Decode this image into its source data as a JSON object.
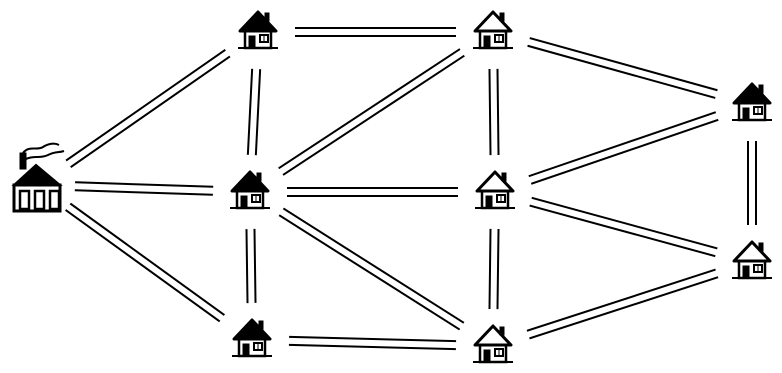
{
  "diagram": {
    "type": "network",
    "description_visible_text": "",
    "nodes": [
      {
        "id": "factory",
        "icon": "factory-icon"
      },
      {
        "id": "house-top-1",
        "icon": "house-icon"
      },
      {
        "id": "house-top-2",
        "icon": "house-icon"
      },
      {
        "id": "house-mid-1",
        "icon": "house-icon"
      },
      {
        "id": "house-mid-2",
        "icon": "house-icon"
      },
      {
        "id": "house-bot-1",
        "icon": "house-icon"
      },
      {
        "id": "house-bot-2",
        "icon": "house-icon"
      },
      {
        "id": "house-right-1",
        "icon": "house-icon"
      },
      {
        "id": "house-right-2",
        "icon": "house-icon"
      }
    ],
    "edges": [
      [
        "factory",
        "house-top-1"
      ],
      [
        "factory",
        "house-mid-1"
      ],
      [
        "factory",
        "house-bot-1"
      ],
      [
        "house-top-1",
        "house-top-2"
      ],
      [
        "house-top-1",
        "house-mid-1"
      ],
      [
        "house-top-2",
        "house-mid-1"
      ],
      [
        "house-top-2",
        "house-mid-2"
      ],
      [
        "house-top-2",
        "house-right-1"
      ],
      [
        "house-mid-1",
        "house-mid-2"
      ],
      [
        "house-mid-1",
        "house-bot-1"
      ],
      [
        "house-mid-1",
        "house-bot-2"
      ],
      [
        "house-mid-2",
        "house-bot-2"
      ],
      [
        "house-mid-2",
        "house-right-1"
      ],
      [
        "house-mid-2",
        "house-right-2"
      ],
      [
        "house-right-1",
        "house-right-2"
      ],
      [
        "house-bot-1",
        "house-bot-2"
      ],
      [
        "house-bot-2",
        "house-right-2"
      ]
    ],
    "colors": {
      "ink": "#000000",
      "background": "#ffffff"
    }
  }
}
